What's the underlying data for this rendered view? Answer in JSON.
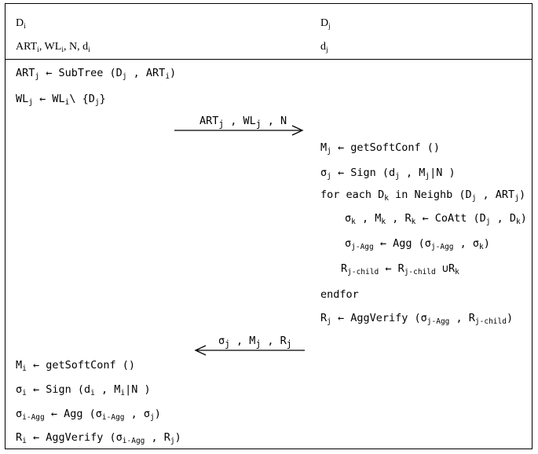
{
  "header": {
    "left_party": "D",
    "left_party_sub": "i",
    "right_party": "D",
    "right_party_sub": "j",
    "left_keys": "ART<sub>i</sub>,  WL<sub>i</sub>,  N,  d<sub>i</sub>",
    "right_keys": "d<sub>j</sub>"
  },
  "left_pre": [
    "ART<sub>j</sub> ← SubTree (D<sub>j</sub> , ART<sub>i</sub>)",
    "WL<sub>j</sub> ← WL<sub>i</sub>\\ {D<sub>j</sub>}"
  ],
  "msg1": "ART<sub>j</sub> ,  WL<sub>j</sub> , N",
  "right_steps": [
    "M<sub>j</sub> ← getSoftConf ()",
    "σ<sub>j</sub> ← Sign (d<sub>j</sub> , M<sub>j</sub>|N )",
    "for each D<sub>k</sub> in Neighb (D<sub>j</sub> , ART<sub>j</sub>)",
    "σ<sub>k</sub> , M<sub>k</sub> , R<sub>k</sub> ← CoAtt (D<sub>j</sub> , D<sub>k</sub>)",
    "σ<sub>j-Agg</sub> ← Agg (σ<sub>j-Agg</sub> , σ<sub>k</sub>)",
    "R<sub>j-child</sub> ← R<sub>j-child</sub> ∪R<sub>k</sub>",
    "endfor",
    "R<sub>j</sub> ← AggVerify (σ<sub>j-Agg</sub> , R<sub>j-child</sub>)"
  ],
  "msg2": "σ<sub>j</sub> , M<sub>j</sub> , R<sub>j</sub>",
  "left_post": [
    "M<sub>i</sub> ← getSoftConf ()",
    "σ<sub>i</sub> ← Sign (d<sub>i</sub> , M<sub>i</sub>|N )",
    "σ<sub>i-Agg</sub> ← Agg (σ<sub>i-Agg</sub> , σ<sub>j</sub>)",
    "R<sub>i</sub> ← AggVerify (σ<sub>i-Agg</sub> , R<sub>j</sub>)"
  ]
}
